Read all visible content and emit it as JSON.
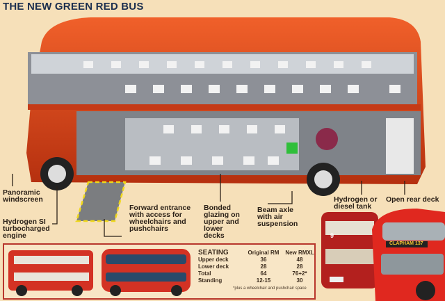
{
  "title": "THE NEW GREEN RED BUS",
  "labels": {
    "windscreen": "Panoramic windscreen",
    "engine": "Hydrogen SI turbocharged engine",
    "entrance": "Forward entrance with access for wheelchairs and pushchairs",
    "glazing": "Bonded glazing on upper and lower decks",
    "axle": "Beam axle with air suspension",
    "tank": "Hydrogen or diesel tank",
    "rear_deck": "Open rear deck"
  },
  "bus_signs": {
    "old_route": "9",
    "new_destination": "CLAPHAM 137"
  },
  "seating": {
    "heading": "SEATING",
    "columns": [
      "Original RM",
      "New RMXL"
    ],
    "rows": [
      {
        "label": "Upper deck",
        "values": [
          "36",
          "48"
        ]
      },
      {
        "label": "Lower deck",
        "values": [
          "28",
          "28"
        ]
      },
      {
        "label": "Total",
        "values": [
          "64",
          "76+2*"
        ]
      },
      {
        "label": "Standing",
        "values": [
          "12-15",
          "30"
        ]
      }
    ],
    "footnote": "*plus a wheelchair and pushchair space"
  },
  "colors": {
    "bus_red": "#d9421b",
    "title": "#1c2f4f",
    "frame": "#b8362c",
    "background": "#f6e0b9"
  }
}
